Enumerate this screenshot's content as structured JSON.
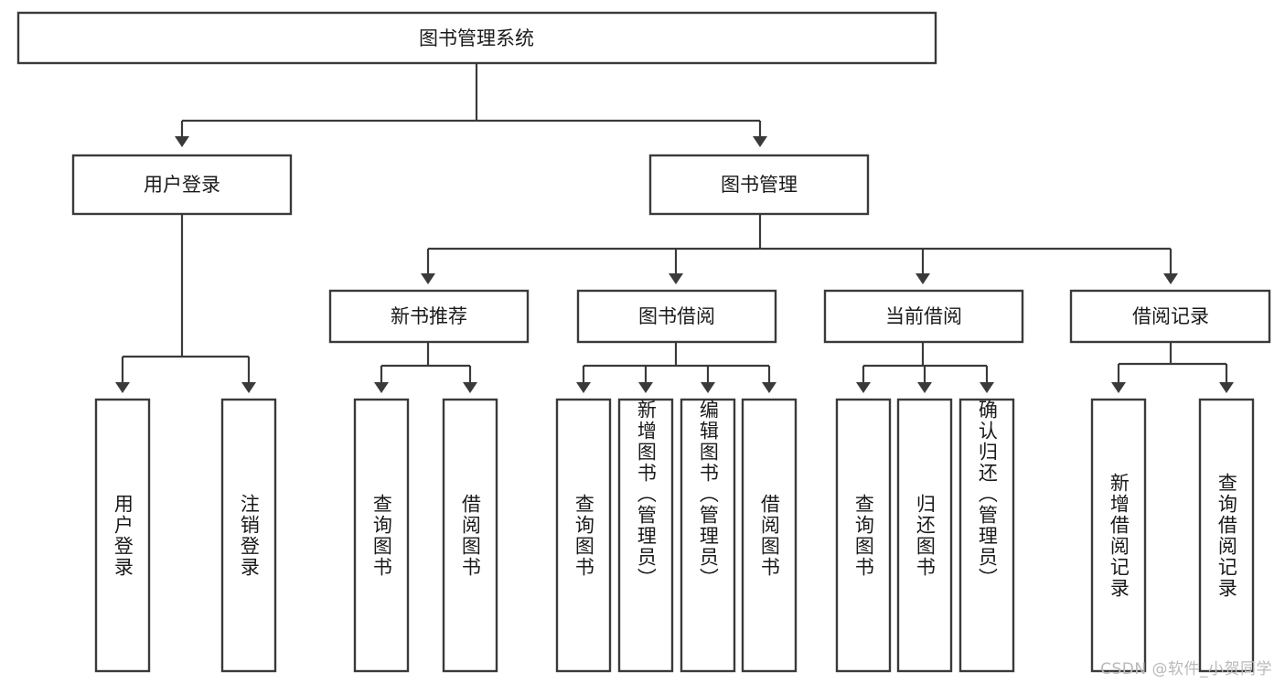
{
  "diagram": {
    "type": "hierarchy-tree",
    "title": "图书管理系统",
    "root": {
      "label": "图书管理系统"
    },
    "level2": [
      {
        "label": "用户登录"
      },
      {
        "label": "图书管理"
      }
    ],
    "level3": [
      {
        "label": "新书推荐"
      },
      {
        "label": "图书借阅"
      },
      {
        "label": "当前借阅"
      },
      {
        "label": "借阅记录"
      }
    ],
    "leaves": {
      "user_login": [
        {
          "label": "用户登录"
        },
        {
          "label": "注销登录"
        }
      ],
      "new_book_recommend": [
        {
          "label": "查询图书"
        },
        {
          "label": "借阅图书"
        }
      ],
      "book_borrow": [
        {
          "label": "查询图书"
        },
        {
          "label": "新增图书（管理员）"
        },
        {
          "label": "编辑图书（管理员）"
        },
        {
          "label": "借阅图书"
        }
      ],
      "current_borrow": [
        {
          "label": "查询图书"
        },
        {
          "label": "归还图书"
        },
        {
          "label": "确认归还（管理员）"
        }
      ],
      "borrow_record": [
        {
          "label": "新增借阅记录"
        },
        {
          "label": "查询借阅记录"
        }
      ]
    }
  },
  "watermark": {
    "text": "CSDN @软件_小贺同学"
  },
  "colors": {
    "border": "#3a3a3a",
    "node_fill": "#ffffff",
    "text": "#1a1a1a",
    "watermark": "#b9b9b9",
    "background": "#ffffff"
  }
}
